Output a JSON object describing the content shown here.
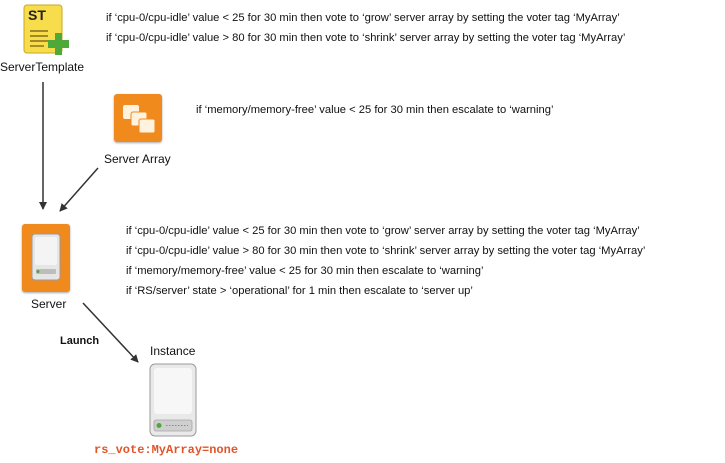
{
  "server_template": {
    "label": "ServerTemplate",
    "icon_text": "ST",
    "rules": [
      "if ‘cpu-0/cpu-idle’ value < 25 for 30 min then vote to ‘grow’ server array by setting the voter tag ‘MyArray’",
      "if ‘cpu-0/cpu-idle’ value > 80 for 30 min then vote to ‘shrink’ server array by setting the voter tag ‘MyArray’"
    ]
  },
  "server_array": {
    "label": "Server Array",
    "rules": [
      "if ‘memory/memory-free’ value < 25 for 30 min then escalate to ‘warning’"
    ]
  },
  "server": {
    "label": "Server",
    "rules": [
      "if ‘cpu-0/cpu-idle’ value < 25 for 30 min then vote to ‘grow’ server array by setting the voter tag ‘MyArray’",
      "if ‘cpu-0/cpu-idle’ value > 80 for 30 min then vote to ‘shrink’ server array by setting the voter tag ‘MyArray’",
      "if ‘memory/memory-free’ value < 25 for 30 min then escalate to ‘warning’",
      "if ‘RS/server’ state > ‘operational’ for 1 min then escalate to ‘server up’"
    ]
  },
  "launch_label": "Launch",
  "instance": {
    "label": "Instance",
    "tag": "rs_vote:MyArray=none"
  },
  "colors": {
    "orange": "#f08a1c",
    "tag_red": "#e0552a",
    "arrow": "#333333",
    "st_yellow": "#f7dc4c",
    "plus_green": "#4fa83a"
  }
}
